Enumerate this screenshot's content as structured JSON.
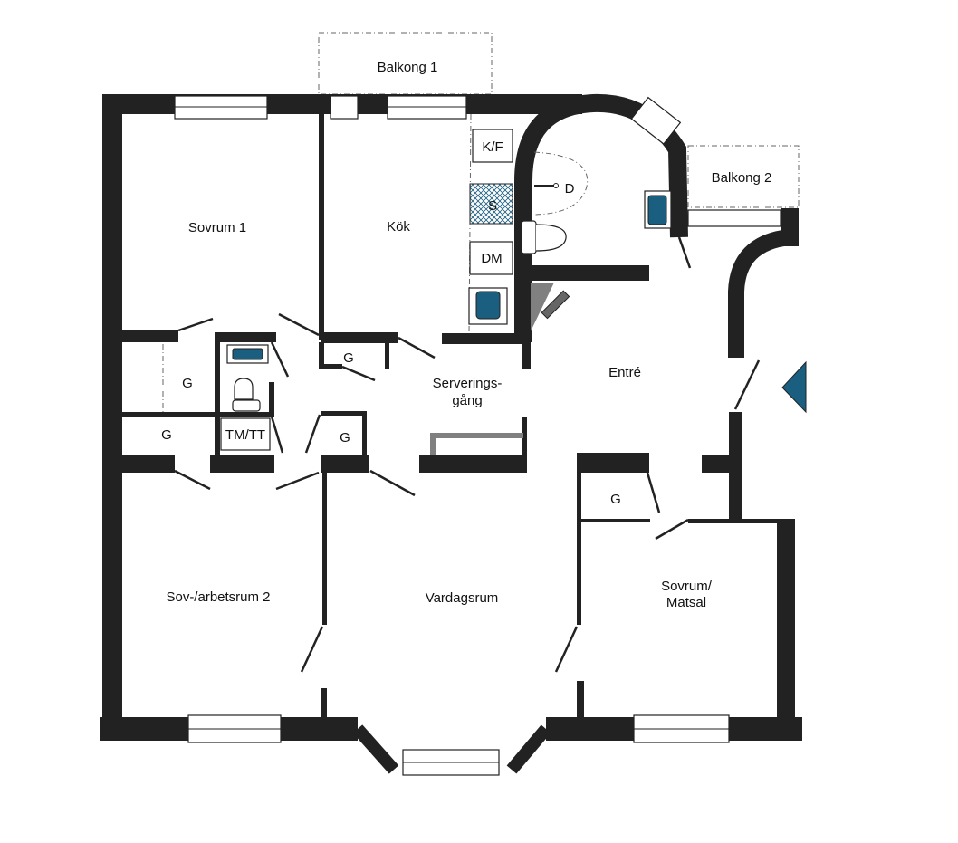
{
  "rooms": {
    "balkong1": "Balkong 1",
    "balkong2": "Balkong 2",
    "sovrum1": "Sovrum 1",
    "kok": "Kök",
    "serveringsgang_1": "Serverings-",
    "serveringsgang_2": "gång",
    "entre": "Entré",
    "sovarbetsrum2": "Sov-/arbetsrum 2",
    "vardagsrum": "Vardagsrum",
    "sovrum_matsal_1": "Sovrum/",
    "sovrum_matsal_2": "Matsal"
  },
  "fixtures": {
    "kf": "K/F",
    "s": "S",
    "dm": "DM",
    "d": "D",
    "tmtt": "TM/TT",
    "g": "G"
  },
  "colors": {
    "wall": "#222222",
    "accent": "#1a5e80",
    "rail": "#808080"
  }
}
